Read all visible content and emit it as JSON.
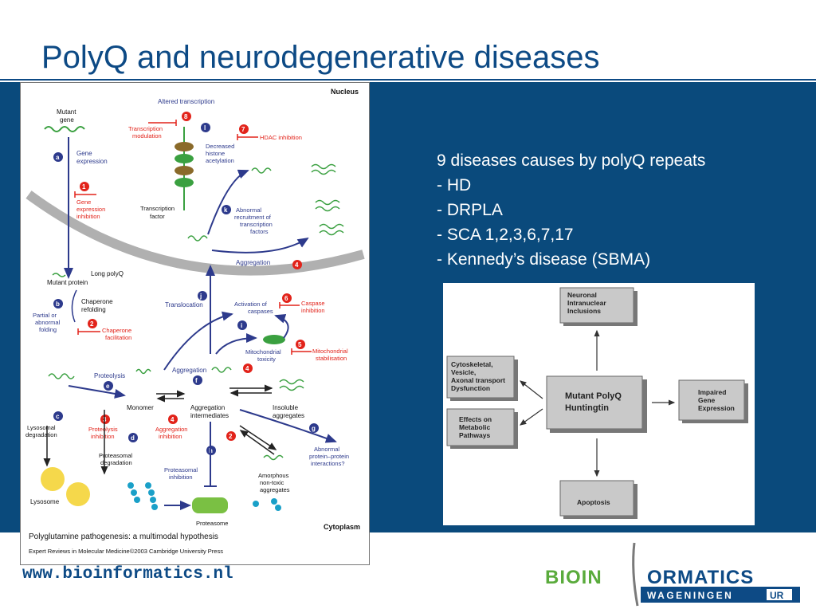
{
  "slide": {
    "title": "PolyQ and neurodegenerative diseases",
    "bullets": [
      "9 diseases causes by polyQ repeats",
      "- HD",
      "- DRPLA",
      "- SCA 1,2,3,6,7,17",
      "- Kennedy’s disease (SBMA)"
    ],
    "footer_url": "www.bioinformatics.nl"
  },
  "left_figure": {
    "nucleus_label": "Nucleus",
    "cytoplasm_label": "Cytoplasm",
    "caption_title": "Polyglutamine pathogenesis: a multimodal hypothesis",
    "caption_source": "Expert Reviews in Molecular Medicine©2003 Cambridge University Press",
    "labels": {
      "mutant_gene_1": "Mutant",
      "mutant_gene_2": "gene",
      "gene_expr_1": "Gene",
      "gene_expr_2": "expression",
      "gei_1": "Gene",
      "gei_2": "expression",
      "gei_3": "inhibition",
      "altered_transcription": "Altered transcription",
      "tm_1": "Transcription",
      "tm_2": "modulation",
      "hdac": "HDAC inhibition",
      "dha_1": "Decreased",
      "dha_2": "histone",
      "dha_3": "acetylation",
      "tf_1": "Transcription",
      "tf_2": "factor",
      "arr_1": "Abnormal",
      "arr_2": "recruitment of",
      "arr_3": "transcription",
      "arr_4": "factors",
      "aggregation_nuc": "Aggregation",
      "long_polyq": "Long polyQ",
      "mutant_protein": "Mutant protein",
      "cr_1": "Chaperone",
      "cr_2": "refolding",
      "pf_1": "Partial or",
      "pf_2": "abnormal",
      "pf_3": "folding",
      "cf_1": "Chaperone",
      "cf_2": "facilitation",
      "translocation": "Translocation",
      "ac_1": "Activation of",
      "ac_2": "caspases",
      "ci_1": "Caspase",
      "ci_2": "inhibition",
      "mt_1": "Mitochondrial",
      "mt_2": "toxicity",
      "ms_1": "Mitochondrial",
      "ms_2": "stabilisation",
      "proteolysis": "Proteolysis",
      "aggregation_cyt": "Aggregation",
      "monomer": "Monomer",
      "ai_1": "Aggregation",
      "ai_2": "intermediates",
      "ia_1": "Insoluble",
      "ia_2": "aggregates",
      "ld_1": "Lysosomal",
      "ld_2": "degradation",
      "pi_1": "Proteolysis",
      "pi_2": "inhibition",
      "agi_1": "Aggregation",
      "agi_2": "inhibition",
      "ppi_1": "Abnormal",
      "ppi_2": "protein–protein",
      "ppi_3": "interactions?",
      "pd_1": "Proteasomal",
      "pd_2": "degradation",
      "psi_1": "Proteasomal",
      "psi_2": "inhibition",
      "am_1": "Amorphous",
      "am_2": "non-toxic",
      "am_3": "aggregates",
      "lysosome": "Lysosome",
      "proteasome": "Proteasome"
    }
  },
  "right_figure": {
    "center_1": "Mutant PolyQ",
    "center_2": "Huntingtin",
    "neuronal_1": "Neuronal",
    "neuronal_2": "Intranuclear",
    "neuronal_3": "Inclusions",
    "cyto_1": "Cytoskeletal,",
    "cyto_2": "Vesicle,",
    "cyto_3": "Axonal transport",
    "cyto_4": "Dysfunction",
    "meta_1": "Effects on",
    "meta_2": "Metabolic",
    "meta_3": "Pathways",
    "impaired_1": "Impaired",
    "impaired_2": "Gene",
    "impaired_3": "Expression",
    "apoptosis": "Apoptosis"
  },
  "logo": {
    "word_left": "BIOIN",
    "word_right": "ORMATICS",
    "subtitle": "WAGENINGEN",
    "ur": "UR"
  },
  "colors": {
    "title_blue": "#0d4a85",
    "panel_blue": "#0a4a7c",
    "diagram_blue": "#2d3a8c",
    "diagram_red": "#e2231a",
    "protein_green": "#3aa040",
    "logo_green": "#5aab3c"
  }
}
